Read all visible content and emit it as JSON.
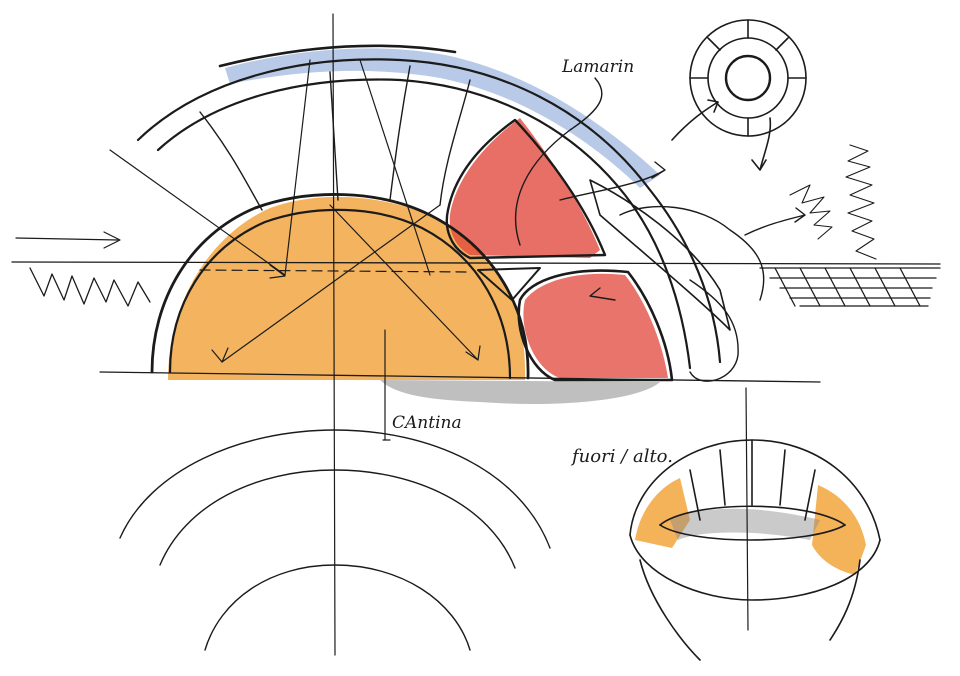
{
  "annotations": {
    "top_label": "Lamarin",
    "bottom_label": "CAntina",
    "right_label": "fuori / alto."
  },
  "colors": {
    "paper": "#ffffff",
    "ink": "#1b1b1b",
    "orange_fill": "#f2a43c",
    "red_fill": "#e0463a",
    "blue_fill": "#7f9fd6",
    "grey_shade": "#8a8a8a"
  }
}
